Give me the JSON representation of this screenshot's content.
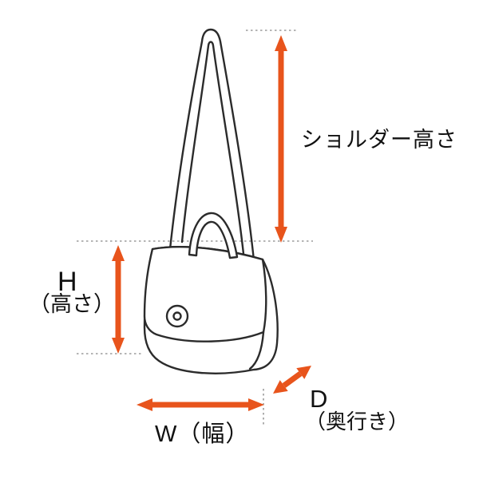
{
  "labels": {
    "shoulder_height": "ショルダー高さ",
    "height_letter": "H",
    "height_paren": "（高さ）",
    "width": "W（幅）",
    "depth_letter": "D",
    "depth_paren": "（奥行き）"
  },
  "colors": {
    "arrow": "#e8541c",
    "outline": "#2b2b2b",
    "guide": "#9b9b9b",
    "background": "#ffffff",
    "text": "#111111"
  }
}
